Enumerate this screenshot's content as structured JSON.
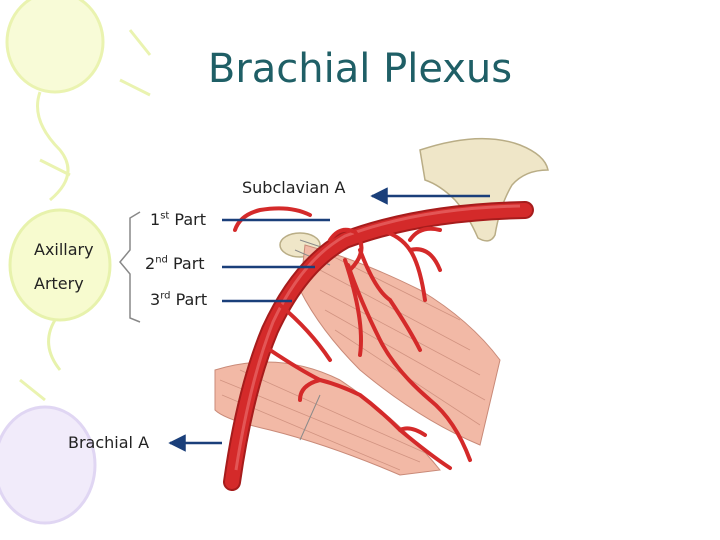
{
  "slide": {
    "title": "Brachial Plexus"
  },
  "labels": {
    "subclavian": "Subclavian A",
    "axillary_line1": "Axillary",
    "axillary_line2": "Artery",
    "part1_num": "1",
    "part1_sup": "st",
    "part1_word": " Part",
    "part2_num": "2",
    "part2_sup": "nd",
    "part2_word": " Part",
    "part3_num": "3",
    "part3_sup": "rd",
    "part3_word": " Part",
    "brachial": "Brachial A"
  },
  "colors": {
    "title": "#1f5f66",
    "artery": "#d42a2a",
    "arrow": "#1a3f7a",
    "muscle": "#f2b9a6",
    "bone": "#efe6c8"
  }
}
